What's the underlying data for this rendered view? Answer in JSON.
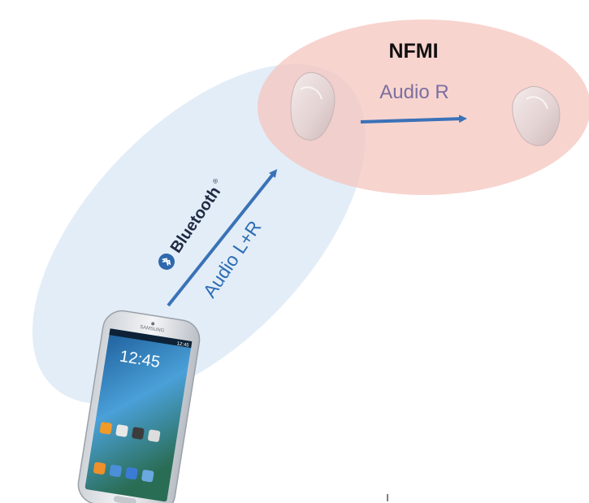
{
  "nfmi": {
    "title": "NFMI",
    "label": "Audio R"
  },
  "bluetooth": {
    "brand": "Bluetooth",
    "registered": "®",
    "label": "Audio L+R"
  },
  "phone": {
    "brand": "SAMSUNG",
    "time": "12:45",
    "status_time": "12:45"
  },
  "colors": {
    "bluetooth_zone": "#e3edf7",
    "nfmi_zone": "#f9d3cf",
    "arrow": "#3a72b8",
    "audio_r_text": "#7b6fa0",
    "audio_lr_text": "#2c6cb4",
    "earbud": "#e8dada"
  }
}
